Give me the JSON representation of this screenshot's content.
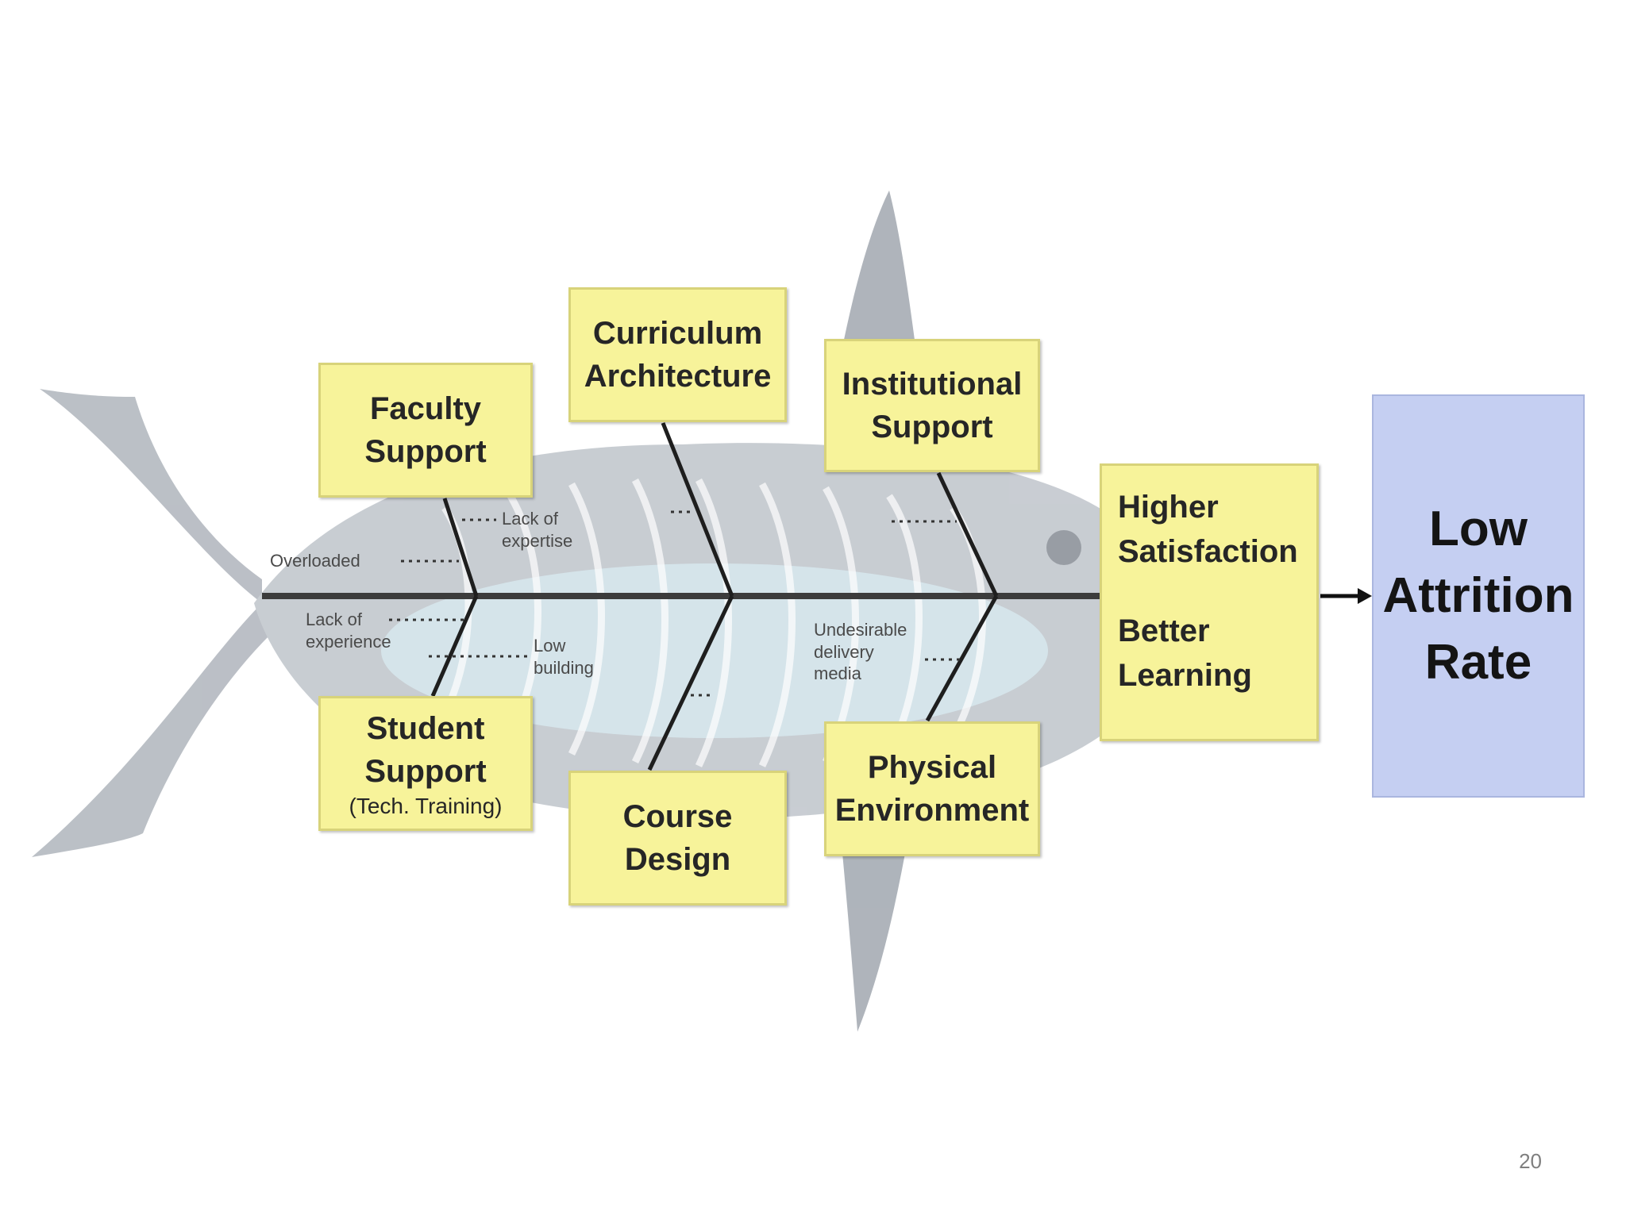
{
  "diagram": {
    "causes": {
      "faculty_support": "Faculty\nSupport",
      "curriculum_architecture": "Curriculum\nArchitecture",
      "institutional_support": "Institutional\nSupport",
      "student_support": "Student\nSupport",
      "student_support_note": "(Tech. Training)",
      "course_design": "Course\nDesign",
      "physical_environment": "Physical\nEnvironment"
    },
    "sub_causes": {
      "overloaded": "Overloaded",
      "lack_of_expertise": "Lack of\nexpertise",
      "lack_of_experience": "Lack of\nexperience",
      "low_building": "Low\nbuilding",
      "undesirable_delivery_media": "Undesirable\ndelivery\nmedia"
    },
    "effects": {
      "higher_satisfaction": "Higher\nSatisfaction",
      "better_learning": "Better\nLearning"
    },
    "result": "Low\nAttrition\nRate"
  },
  "page_number": "20",
  "colors": {
    "cause_box": "#f7f39a",
    "result_box": "#c5cff2",
    "fish": "#9aa0a8",
    "spine": "#3c3c3c"
  }
}
